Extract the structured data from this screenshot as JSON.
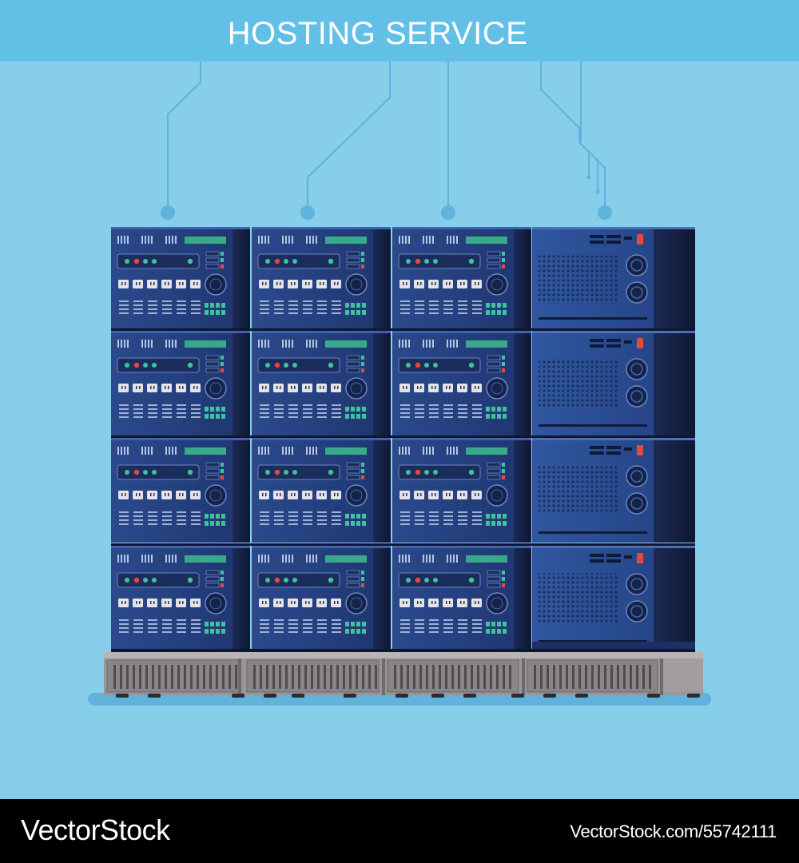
{
  "header": {
    "title": "HOSTING SERVICE"
  },
  "footer": {
    "brand": "VectorStock",
    "image_id": "VectorStock.com/55742111"
  },
  "colors": {
    "background": "#87ceea",
    "header": "#62c0e6",
    "unit": "#2d4f8f",
    "screen": "#3aa98a",
    "led_red": "#e34a3a",
    "led_green": "#3fc39b",
    "base": "#9a9596"
  },
  "icons": [
    "network-wires",
    "server-rack",
    "data-server-unit",
    "storage-server-unit",
    "rack-base"
  ]
}
